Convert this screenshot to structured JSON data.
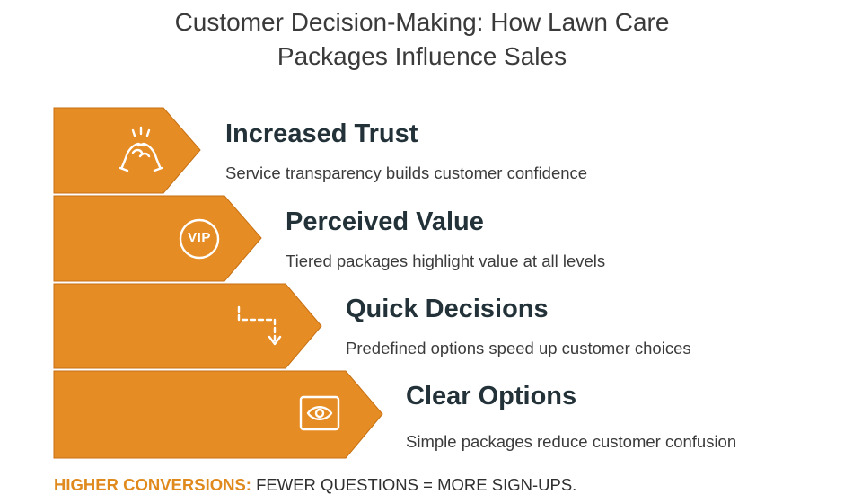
{
  "title": {
    "line1": "Customer Decision-Making: How Lawn Care",
    "line2": "Packages Influence Sales"
  },
  "steps": [
    {
      "heading": "Increased Trust",
      "description": "Service transparency builds customer confidence",
      "icon": "handshake-icon"
    },
    {
      "heading": "Perceived Value",
      "description": "Tiered packages highlight value at all levels",
      "icon": "vip-badge-icon",
      "icon_text": "VIP"
    },
    {
      "heading": "Quick Decisions",
      "description": "Predefined options speed up customer choices",
      "icon": "dashed-arrow-icon"
    },
    {
      "heading": "Clear Options",
      "description": "Simple packages reduce customer confusion",
      "icon": "eye-frame-icon"
    }
  ],
  "footer": {
    "highlight": "HIGHER CONVERSIONS:",
    "text": " FEWER QUESTIONS = MORE SIGN-UPS."
  },
  "colors": {
    "accent": "#e58c24",
    "accent_dark": "#c76f12",
    "heading": "#233239",
    "highlight": "#e08a1e"
  }
}
